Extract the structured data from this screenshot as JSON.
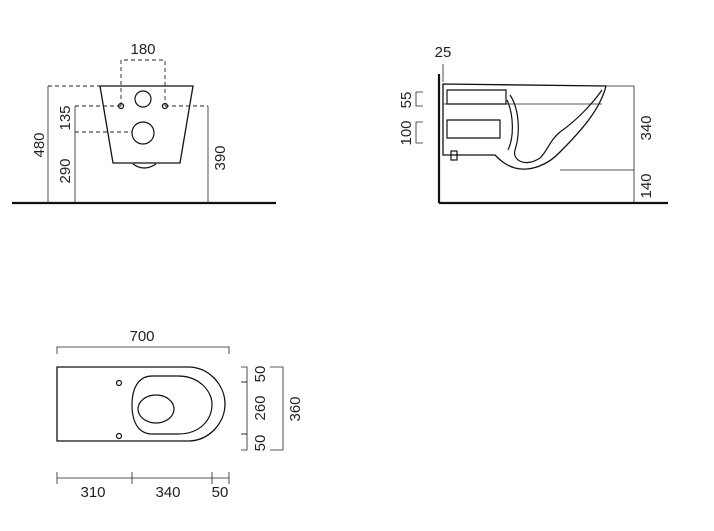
{
  "front_view": {
    "width_top": "180",
    "height_total": "480",
    "height_bolts": "135",
    "height_inlet": "290",
    "height_right": "390"
  },
  "side_view": {
    "wall_offset": "25",
    "dim_upper": "55",
    "dim_lower": "100",
    "bowl_height": "340",
    "floor_gap": "140"
  },
  "plan_view": {
    "length_total": "700",
    "seg_rear": "310",
    "seg_mid": "340",
    "seg_front": "50",
    "side_top": "50",
    "side_middle": "260",
    "side_bottom": "50",
    "width_total": "360"
  }
}
